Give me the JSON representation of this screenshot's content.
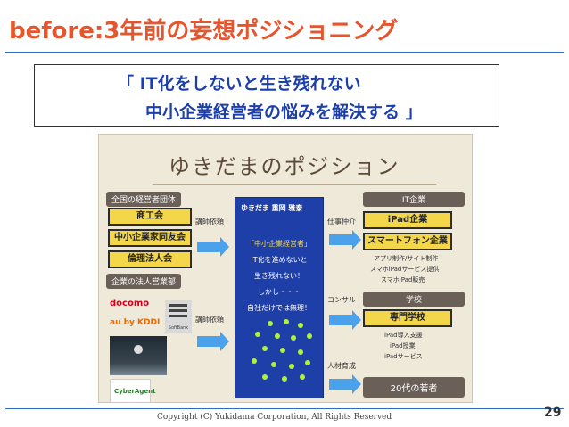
{
  "header": {
    "title": "before:3年前の妄想ポジショニング",
    "quote_line1": "「 IT化をしないと生き残れない",
    "quote_line2": "中小企業経営者の悩みを解決する 」"
  },
  "slide": {
    "title": "ゆきだまのポジション",
    "left_group1_header": "全国の経営者団体",
    "left_group1_items": [
      "商工会",
      "中小企業家同友会",
      "倫理法人会"
    ],
    "left_group2_header": "企業の法人営業部",
    "logos": [
      "docomo",
      "au by KDDI",
      "SoftBank",
      "CyberAgent"
    ],
    "label_lecture_request_1": "講師依頼",
    "label_lecture_request_2": "講師依頼",
    "center_header": "ゆきだま 重岡 雅泰",
    "center_lines": [
      "「中小企業経営者」",
      "IT化を進めないと",
      "生き残れない！",
      "しかし・・・",
      "自社だけでは無理！"
    ],
    "label_job_referral": "仕事仲介",
    "label_consultant": "コンサル",
    "label_hr_development": "人材育成",
    "right_it_header": "IT企業",
    "right_it_items": [
      "iPad企業",
      "スマートフォン企業"
    ],
    "right_it_services": [
      "アプリ制作/サイト制作",
      "スマホiPadサービス提供",
      "スマホiPad販売"
    ],
    "right_school_header": "学校",
    "right_school_item": "専門学校",
    "right_school_services": [
      "iPad導入支援",
      "iPad授業",
      "iPadサービス"
    ],
    "right_youth": "20代の若者"
  },
  "footer": {
    "copyright": "Copyright (C) Yukidama Corporation, All Rights Reserved",
    "page_number": "29"
  },
  "colors": {
    "title": "#e5552e",
    "quote": "#1d3fa8",
    "rule": "#2f6cc7",
    "gold": "#f3d64a",
    "panel_blue": "#1f3fa8",
    "arrow": "#4ba1ea"
  }
}
